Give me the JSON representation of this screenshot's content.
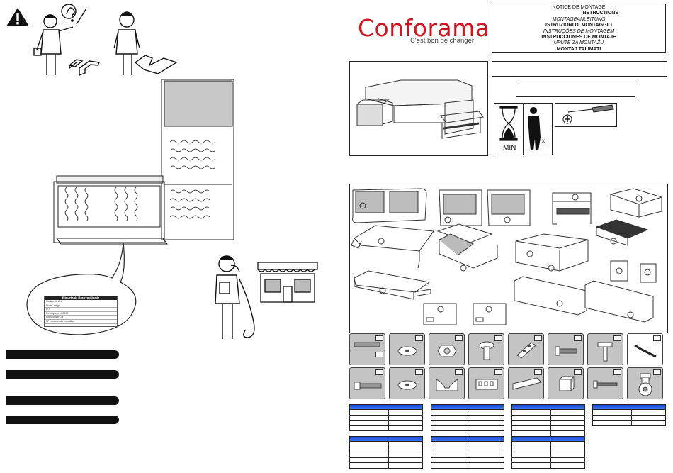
{
  "brand": {
    "name": "Conforama",
    "tagline": "C'est bon de changer",
    "color": "#d1151f"
  },
  "title_box": {
    "lines": [
      "NOTICE DE MONTAGE",
      "INSTRUCTIONS",
      "MONTAGEANLEITUNG",
      "ISTRUZIONI DI MONTAGGIO",
      "INSTRUÇÕES DE MONTAGEM",
      "INSTRUCCIONES DE MONTAJE",
      "UPUTE ZA MONTAŽU",
      "MONTAJ TALIMATI"
    ]
  },
  "time_panel": {
    "time_unit": "MIN",
    "persons_sign": "x"
  },
  "traceability_label": {
    "title": "Etiqueta de Rastreabilidade",
    "rows": [
      "Código do Art.",
      "Norm. artigo",
      "U.I",
      "Ex-etiqueta N°0000",
      "Fornecedor Lot",
      "N° encomenda expedida"
    ]
  },
  "colors": {
    "table_header_blue": "#2a62e6",
    "hardware_tile_gray": "#c4c4c4"
  },
  "icons": [
    "warning-icon",
    "screwdriver-icon",
    "phillips-plus-icon",
    "hourglass-icon",
    "worker-icon",
    "telephone-icon",
    "shop-icon"
  ]
}
